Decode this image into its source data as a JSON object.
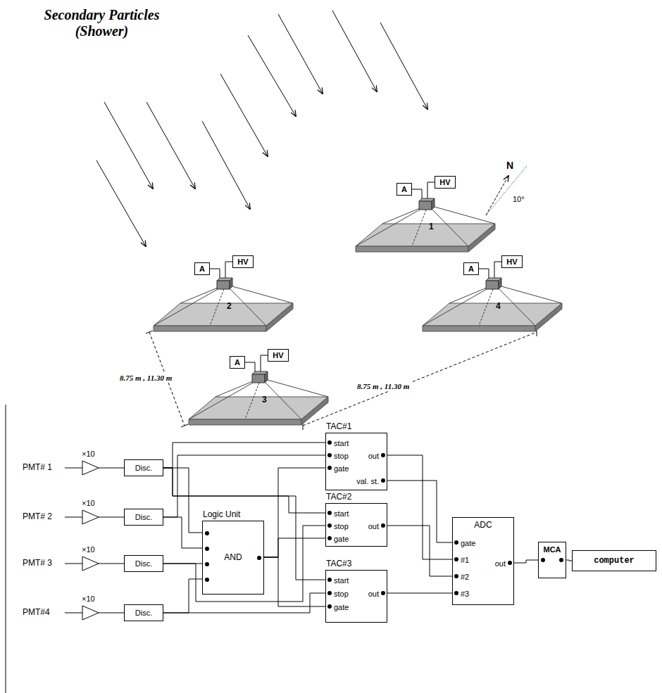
{
  "diagram": {
    "title": "Secondary Particles (Shower)",
    "nodes": [
      {
        "text": [
          "A"
        ]
      },
      {
        "text": [
          "HV"
        ]
      },
      {
        "text": [
          "1"
        ]
      },
      {
        "text": [
          "A"
        ]
      },
      {
        "text": [
          "HV"
        ]
      },
      {
        "text": [
          "2"
        ]
      },
      {
        "text": [
          "A"
        ]
      },
      {
        "text": [
          "HV"
        ]
      },
      {
        "text": [
          "4"
        ]
      },
      {
        "text": [
          "A"
        ]
      },
      {
        "text": [
          "HV"
        ]
      },
      {
        "text": [
          "3"
        ]
      },
      {
        "text": [
          "Disc."
        ]
      },
      {
        "text": [
          "Disc."
        ]
      },
      {
        "text": [
          "Disc."
        ]
      },
      {
        "text": [
          "Disc."
        ]
      },
      {
        "text": [
          "TAC#1"
        ]
      },
      {
        "text": [
          "start"
        ],
        "in": 16
      },
      {
        "text": [
          "stop"
        ],
        "in": 16
      },
      {
        "text": [
          "gate"
        ],
        "in": 16
      },
      {
        "text": [
          "out"
        ],
        "in": 16
      },
      {
        "text": [
          "val. st."
        ],
        "in": 16
      },
      {
        "text": [
          "Logic Unit",
          "AND"
        ]
      },
      {
        "text": [
          "TAC#2"
        ]
      },
      {
        "text": [
          "start"
        ],
        "in": 23
      },
      {
        "text": [
          "stop"
        ],
        "in": 23
      },
      {
        "text": [
          "gate"
        ],
        "in": 23
      },
      {
        "text": [
          "out"
        ],
        "in": 23
      },
      {
        "text": [
          "TAC#3"
        ]
      },
      {
        "text": [
          "start"
        ],
        "in": 28
      },
      {
        "text": [
          "stop"
        ],
        "in": 28
      },
      {
        "text": [
          "gate"
        ],
        "in": 28
      },
      {
        "text": [
          "out"
        ],
        "in": 28
      },
      {
        "text": [
          "ADC"
        ]
      },
      {
        "text": [
          "gate"
        ],
        "in": 33
      },
      {
        "text": [
          "#1"
        ],
        "in": 33
      },
      {
        "text": [
          "#2"
        ],
        "in": 33
      },
      {
        "text": [
          "#3"
        ],
        "in": 33
      },
      {
        "text": [
          "out"
        ],
        "in": 33
      },
      {
        "text": [
          "MCA"
        ]
      },
      {
        "text": [
          "computer"
        ]
      }
    ],
    "edges": [
      {
        "from": 2,
        "to": 0,
        "arrow": "none"
      },
      {
        "from": 2,
        "to": 1,
        "arrow": "none"
      },
      {
        "from": 5,
        "to": 3,
        "arrow": "none"
      },
      {
        "from": 5,
        "to": 4,
        "arrow": "none"
      },
      {
        "from": 8,
        "to": 6,
        "arrow": "none"
      },
      {
        "from": 8,
        "to": 7,
        "arrow": "none"
      },
      {
        "from": 11,
        "to": 9,
        "arrow": "none"
      },
      {
        "from": 11,
        "to": 10,
        "arrow": "none"
      },
      {
        "from": 12,
        "to": 22,
        "arrow": "none"
      },
      {
        "from": 13,
        "to": 22,
        "arrow": "none"
      },
      {
        "from": 14,
        "to": 22,
        "arrow": "none"
      },
      {
        "from": 15,
        "to": 22,
        "arrow": "none"
      },
      {
        "from": 12,
        "to": 17,
        "arrow": "none"
      },
      {
        "from": 12,
        "to": 24,
        "arrow": "none"
      },
      {
        "from": 12,
        "to": 29,
        "arrow": "none"
      },
      {
        "from": 13,
        "to": 18,
        "arrow": "none"
      },
      {
        "from": 14,
        "to": 25,
        "arrow": "none"
      },
      {
        "from": 15,
        "to": 30,
        "arrow": "none"
      },
      {
        "from": 22,
        "to": 19,
        "arrow": "none"
      },
      {
        "from": 22,
        "to": 26,
        "arrow": "none"
      },
      {
        "from": 22,
        "to": 31,
        "arrow": "none"
      },
      {
        "from": 21,
        "to": 34,
        "arrow": "none"
      },
      {
        "from": 20,
        "to": 35,
        "arrow": "none"
      },
      {
        "from": 27,
        "to": 36,
        "arrow": "none"
      },
      {
        "from": 32,
        "to": 37,
        "arrow": "none"
      },
      {
        "from": 38,
        "to": 39,
        "arrow": "none"
      },
      {
        "from": 39,
        "to": 40,
        "arrow": "none"
      }
    ],
    "labels": [
      "N",
      "10°",
      "8.75 m , 11.30 m",
      "8.75 m , 11.30 m",
      "×10",
      "×10",
      "×10",
      "×10",
      "PMT# 1",
      "PMT# 2",
      "PMT# 3",
      "PMT#4"
    ]
  }
}
